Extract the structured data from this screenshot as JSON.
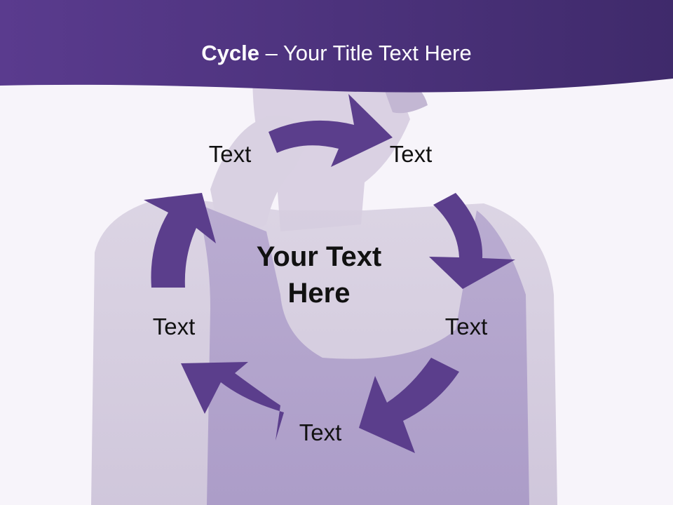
{
  "slide": {
    "title_bold": "Cycle",
    "title_rest": " – Your Title Text Here",
    "center_text_line1": "Your Text",
    "center_text_line2": "Here",
    "colors": {
      "band": "#4a2f7a",
      "arrow": "#5b3e8c",
      "background": "#f7f4fa"
    }
  },
  "cycle": {
    "steps": [
      {
        "label": "Text"
      },
      {
        "label": "Text"
      },
      {
        "label": "Text"
      },
      {
        "label": "Text"
      },
      {
        "label": "Text"
      }
    ]
  }
}
